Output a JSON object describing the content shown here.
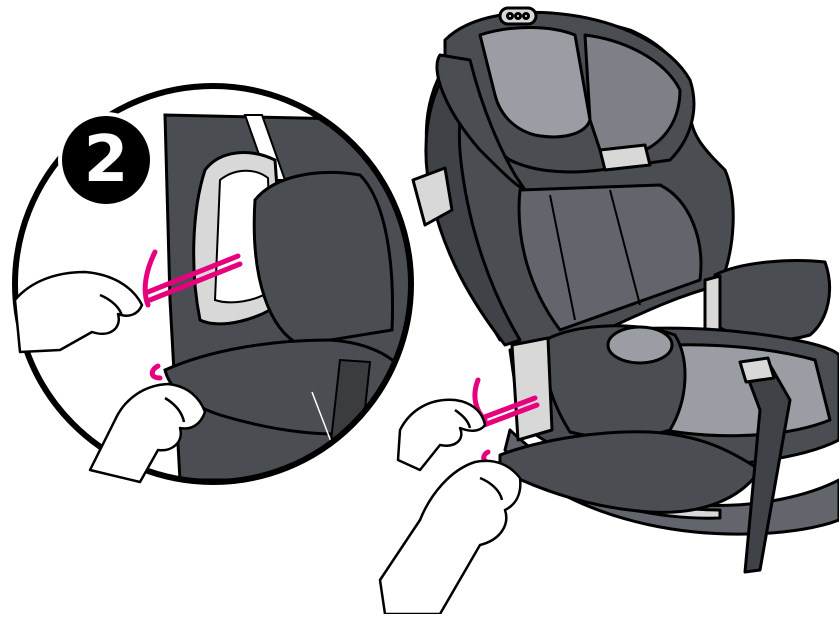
{
  "step": {
    "number": "2"
  },
  "palette": {
    "seat_dark": "#4a4d52",
    "seat_mid": "#62666c",
    "seat_light": "#9a9ea4",
    "trim": "#d8d8d8",
    "outline": "#000000",
    "accent_strap": "#e6007e",
    "skin": "#ffffff"
  },
  "icons": [
    "car-seat-illustration",
    "hand-icon",
    "elastic-strap-icon",
    "step-number-badge"
  ]
}
